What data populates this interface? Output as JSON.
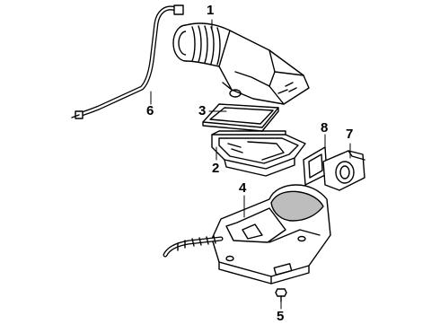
{
  "callouts": [
    {
      "id": "1",
      "label": "1"
    },
    {
      "id": "2",
      "label": "2"
    },
    {
      "id": "3",
      "label": "3"
    },
    {
      "id": "4",
      "label": "4"
    },
    {
      "id": "5",
      "label": "5"
    },
    {
      "id": "6",
      "label": "6"
    },
    {
      "id": "7",
      "label": "7"
    },
    {
      "id": "8",
      "label": "8"
    }
  ],
  "colors": {
    "line": "#000000",
    "background": "#ffffff",
    "shade": "#bdbdbd"
  }
}
